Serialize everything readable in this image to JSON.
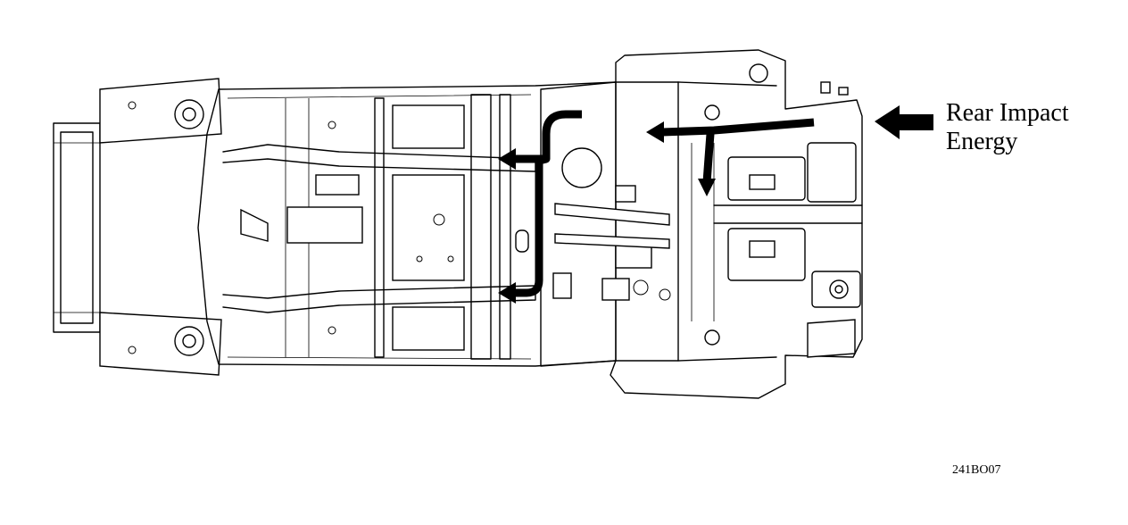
{
  "annotation": {
    "line1": "Rear Impact",
    "line2": "Energy"
  },
  "figure_code": "241BO07",
  "colors": {
    "ink": "#000000",
    "background": "#ffffff"
  },
  "arrow_icon": "arrow-left-icon"
}
